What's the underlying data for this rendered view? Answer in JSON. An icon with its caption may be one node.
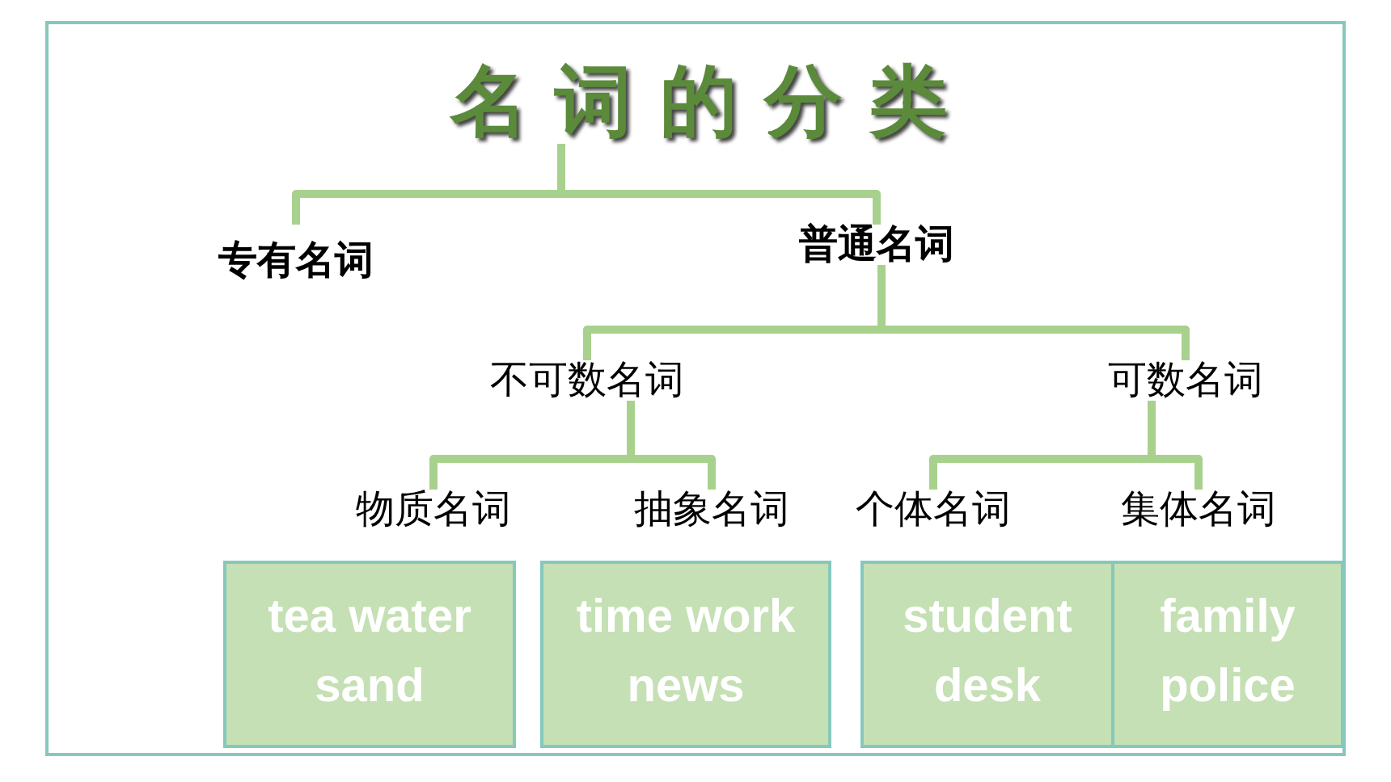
{
  "diagram": {
    "nodes": [
      {
        "text": [
          "名 词 的 分 类"
        ]
      },
      {
        "text": [
          "专有名词"
        ]
      },
      {
        "text": [
          "普通名词"
        ]
      },
      {
        "text": [
          "不可数名词"
        ]
      },
      {
        "text": [
          "可数名词"
        ]
      },
      {
        "text": [
          "物质名词"
        ]
      },
      {
        "text": [
          "抽象名词"
        ]
      },
      {
        "text": [
          "个体名词"
        ]
      },
      {
        "text": [
          "集体名词"
        ]
      },
      {
        "text": [
          "tea water sand"
        ]
      },
      {
        "text": [
          "time work news"
        ]
      },
      {
        "text": [
          "student desk"
        ]
      },
      {
        "text": [
          "family police"
        ]
      }
    ],
    "edges": [
      {
        "from": 0,
        "to": 1,
        "arrow": "none"
      },
      {
        "from": 0,
        "to": 2,
        "arrow": "none"
      },
      {
        "from": 2,
        "to": 3,
        "arrow": "none"
      },
      {
        "from": 2,
        "to": 4,
        "arrow": "none"
      },
      {
        "from": 3,
        "to": 5,
        "arrow": "none"
      },
      {
        "from": 3,
        "to": 6,
        "arrow": "none"
      },
      {
        "from": 4,
        "to": 7,
        "arrow": "none"
      },
      {
        "from": 4,
        "to": 8,
        "arrow": "none"
      }
    ]
  }
}
